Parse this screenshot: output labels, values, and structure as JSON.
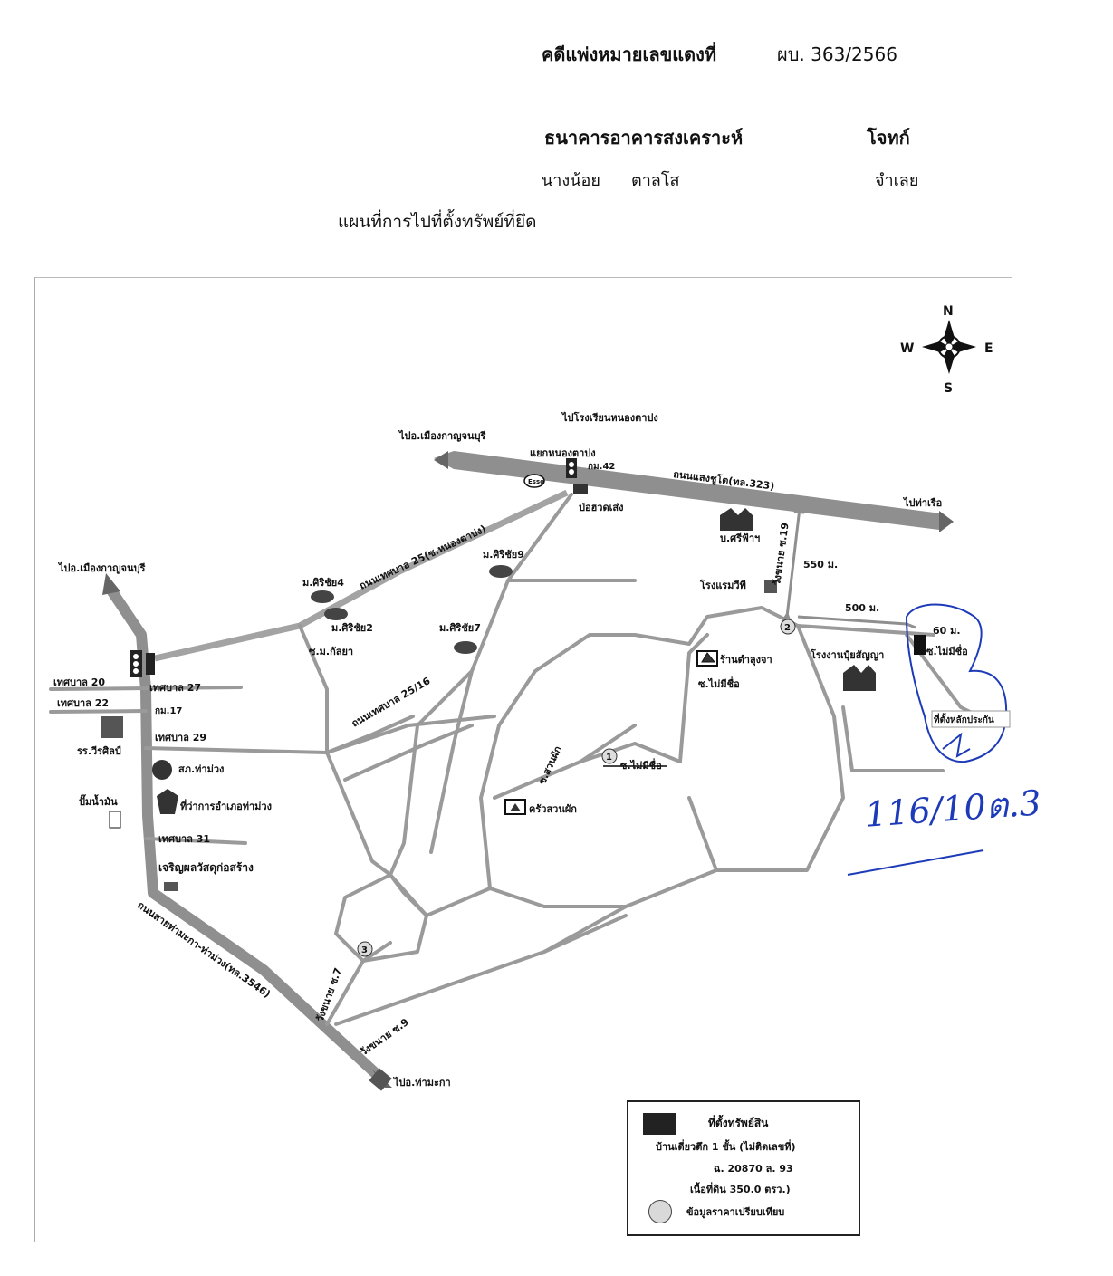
{
  "header": {
    "case_label": "คดีแพ่งหมายเลขแดงที่",
    "case_number": "ผบ.  363/2566",
    "plaintiff_name": "ธนาคารอาคารสงเคราะห์",
    "plaintiff_role": "โจทก์",
    "defendant_first": "นางน้อย",
    "defendant_last": "ตาลโส",
    "defendant_role": "จำเลย",
    "map_title": "แผนที่การไปที่ตั้งทรัพย์ที่ยึด"
  },
  "compass": {
    "n": "N",
    "e": "E",
    "s": "S",
    "w": "W"
  },
  "map": {
    "dest_school": "ไปโรงเรียนหนองตาปง",
    "dest_mueang_top": "ไปอ.เมืองกาญจนบุรี",
    "junction": "แยกหนองตาปง",
    "km42": "กม.42",
    "road_323": "ถนนแสงชูโต(ทล.323)",
    "dest_tharuea": "ไปท่าเรือ",
    "esso": "Esso",
    "po_suat": "ป่อฮวดเส่ง",
    "b_sri": "บ.ศรีฟ้าฯ",
    "road_25": "ถนนเทศบาล 25(ซ.หนองตาปง)",
    "soi19": "วังขนาย ซ.19",
    "d550": "550 ม.",
    "d500": "500 ม.",
    "d60": "60 ม.",
    "hotel": "โรงแรมวีพี",
    "sirichai9": "ม.ศิริชัย9",
    "sirichai4": "ม.ศิริชัย4",
    "sirichai2": "ม.ศิริชัย2",
    "sirichai7": "ม.ศิริชัย7",
    "dest_mueang_left": "ไปอ.เมืองกาญจนบุรี",
    "soi_kanlaya": "ซ.ม.กัลยา",
    "road_25_16": "ถนนเทศบาล 25/16",
    "thetsaban20": "เทศบาล 20",
    "thetsaban22": "เทศบาล 22",
    "thetsaban27": "เทศบาล 27",
    "km17": "กม.17",
    "thetsaban29": "เทศบาล 29",
    "school": "รร.วีรศิลป์",
    "police": "สภ.ท่าม่วง",
    "gas": "ปั๊มน้ำมัน",
    "district": "ที่ว่าการอำเภอท่าม่วง",
    "thetsaban31": "เทศบาล 31",
    "hardware": "เจริญผลวัสดุก่อสร้าง",
    "road_3546": "ถนนสายท่ามะกา-ท่าม่วง(ทล.3546)",
    "dest_thamaka": "ไปอ.ท่ามะกา",
    "soi7": "วังขนาย ซ.7",
    "soi9": "วังขนาย ซ.9",
    "soi_suanphak": "ซ.สวนผัก",
    "no_name_1": "ซ.ไม่มีชื่อ",
    "krua": "ครัวสวนผัก",
    "shop": "ร้านตำลุงจา",
    "no_name_2": "ซ.ไม่มีชื่อ",
    "factory": "โรงงานปุ๋ยสัญญา",
    "no_name_3": "ซ.ไม่มีชื่อ",
    "collateral_tag": "ที่ตั้งหลักประกัน",
    "circle1": "1",
    "circle2": "2",
    "circle3": "3"
  },
  "legend": {
    "title": "ที่ตั้งทรัพย์สิน",
    "line1": "บ้านเดี่ยวตึก 1 ชั้น (ไม่ติดเลขที่)",
    "line2": "ฉ. 20870 ล. 93",
    "line3": "เนื้อที่ดิน 350.0 ตรว.)",
    "line4": "ข้อมูลราคาเปรียบเทียบ"
  },
  "annotation": {
    "handwritten": "116/10ต.3"
  },
  "colors": {
    "road_major": "#8f8f8f",
    "road_minor": "#9a9a9a",
    "ink_blue": "#1d3bb8",
    "property": "#222222",
    "compare_circle": "#d9d9d9"
  }
}
